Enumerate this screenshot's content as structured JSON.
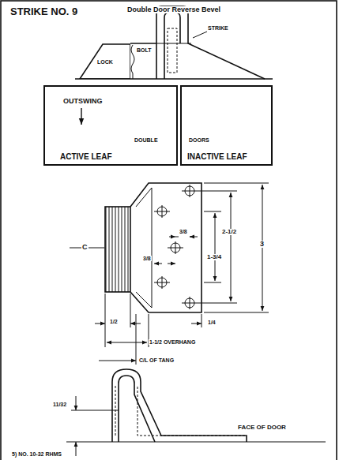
{
  "diagram": {
    "title": "STRIKE NO. 9",
    "nodes": [
      {
        "text": [
          "LOCK"
        ]
      },
      {
        "text": [
          "OUTSWING",
          "DOUBLE",
          "ACTIVE LEAF"
        ]
      },
      {
        "text": [
          "DOORS",
          "INACTIVE LEAF"
        ]
      }
    ],
    "labels": [
      "Double Door Reverse Bevel",
      "STRIKE",
      "BOLT",
      "3/8",
      "3/8",
      "2-1/2",
      "1-3/4",
      "3",
      "C",
      "1/2",
      "1/4",
      "1-1/2 OVERHANG",
      "C/L OF TANG",
      "11/32",
      "FACE OF DOOR",
      "5) NO. 10-32 RHMS"
    ]
  }
}
